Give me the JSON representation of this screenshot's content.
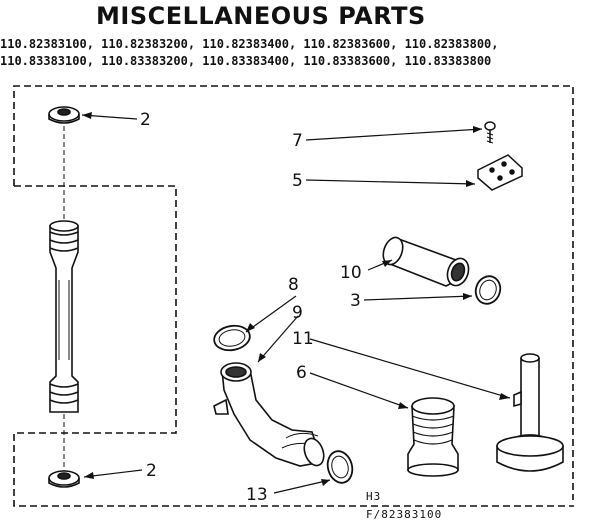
{
  "title": "MISCELLANEOUS PARTS",
  "model_numbers": [
    "110.82383100, 110.82383200, 110.82383400, 110.82383600, 110.82383800,",
    "110.83383100, 110.83383200, 110.83383400, 110.83383600, 110.83383800"
  ],
  "callouts": {
    "c2_top": "2",
    "c2_bottom": "2",
    "c7": "7",
    "c5": "5",
    "c10": "10",
    "c3": "3",
    "c8": "8",
    "c9": "9",
    "c11": "11",
    "c6": "6",
    "c13": "13"
  },
  "drawing_code": {
    "line1": "H3",
    "line2": "F/82383100"
  }
}
